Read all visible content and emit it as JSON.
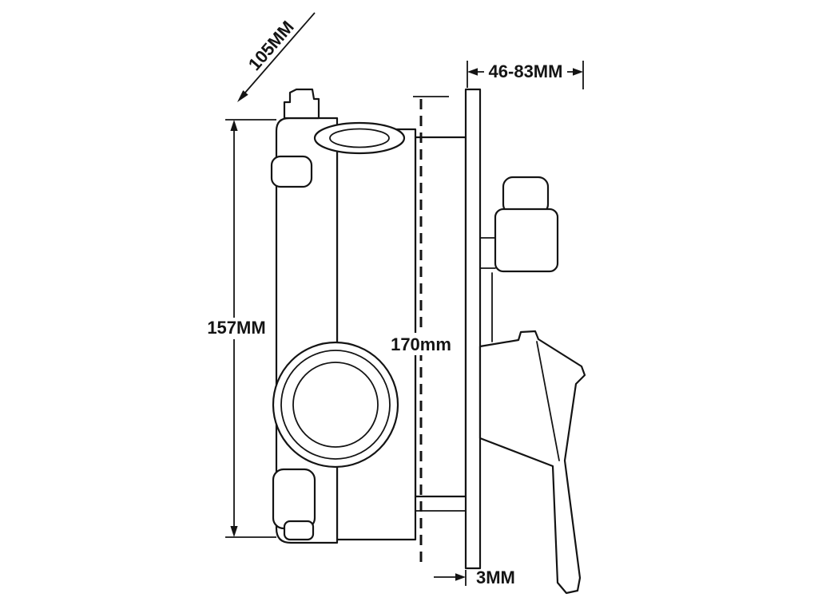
{
  "page": {
    "background_color": "#ffffff",
    "line_color": "#141414"
  },
  "drawing": {
    "labels": {
      "dim_diagonal": "105MM",
      "dim_height_left": "157MM",
      "dim_height_center": "170mm",
      "dim_width_top": "46-83MM",
      "dim_thickness": "3MM"
    }
  }
}
